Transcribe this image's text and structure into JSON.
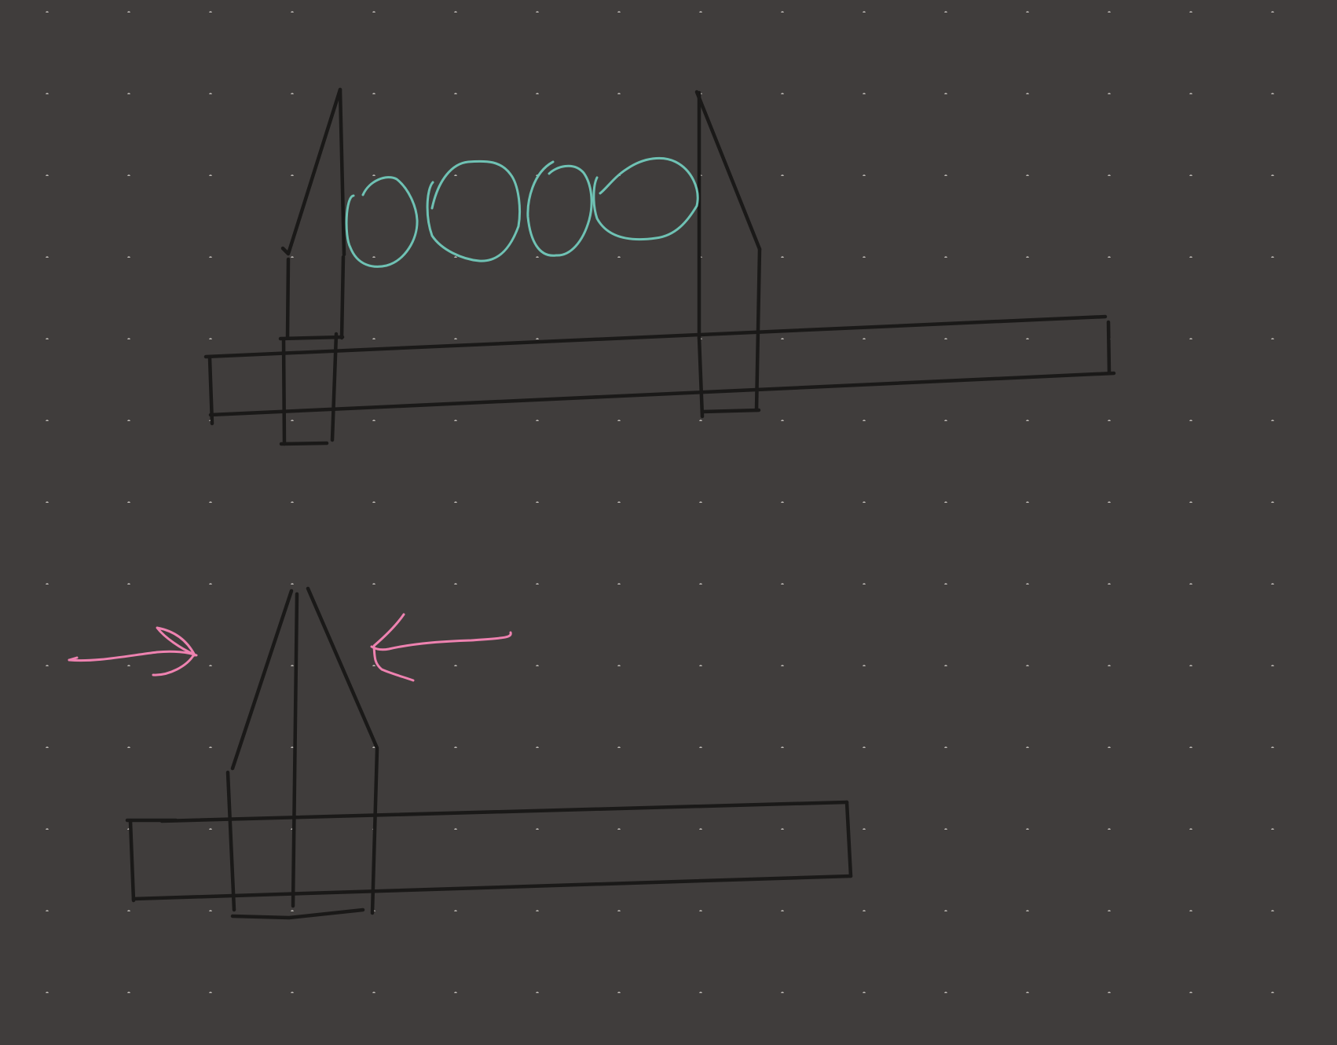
{
  "canvas": {
    "background_color": "#403d3c",
    "grid": "dotted",
    "grid_dot_color": "#b9b5b1"
  },
  "colors": {
    "ink": "#1a1918",
    "beads": "#6fc2b4",
    "arrows": "#ee82b0"
  },
  "sketches": [
    {
      "name": "caliper-open-with-beads",
      "description_visible": false
    },
    {
      "name": "caliper-closed-with-arrows",
      "description_visible": false
    }
  ]
}
